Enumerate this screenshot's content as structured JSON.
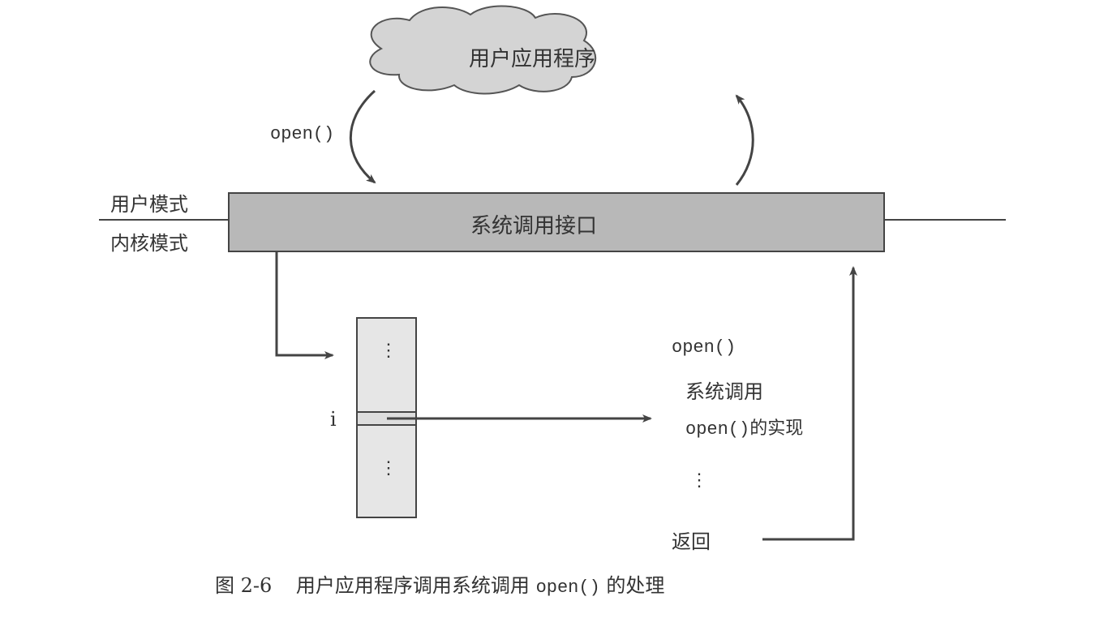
{
  "diagram": {
    "cloud_label": "用户应用程序",
    "call_label": "open()",
    "user_mode_label": "用户模式",
    "kernel_mode_label": "内核模式",
    "interface_label": "系统调用接口",
    "table_index_label": "i",
    "table_dots_top": "⋮",
    "table_dots_bottom": "⋮",
    "impl_title": "open()",
    "impl_line1": "系统调用",
    "impl_line2": "open()的实现",
    "impl_dots": "⋮",
    "impl_return": "返回",
    "caption_prefix": "图 2-6",
    "caption_text": "用户应用程序调用系统调用",
    "caption_code": "open()",
    "caption_suffix": "的处理"
  },
  "colors": {
    "cloud": "#d4d4d4",
    "bar": "#b8b8b8",
    "table": "#e6e6e6",
    "line": "#444444"
  }
}
